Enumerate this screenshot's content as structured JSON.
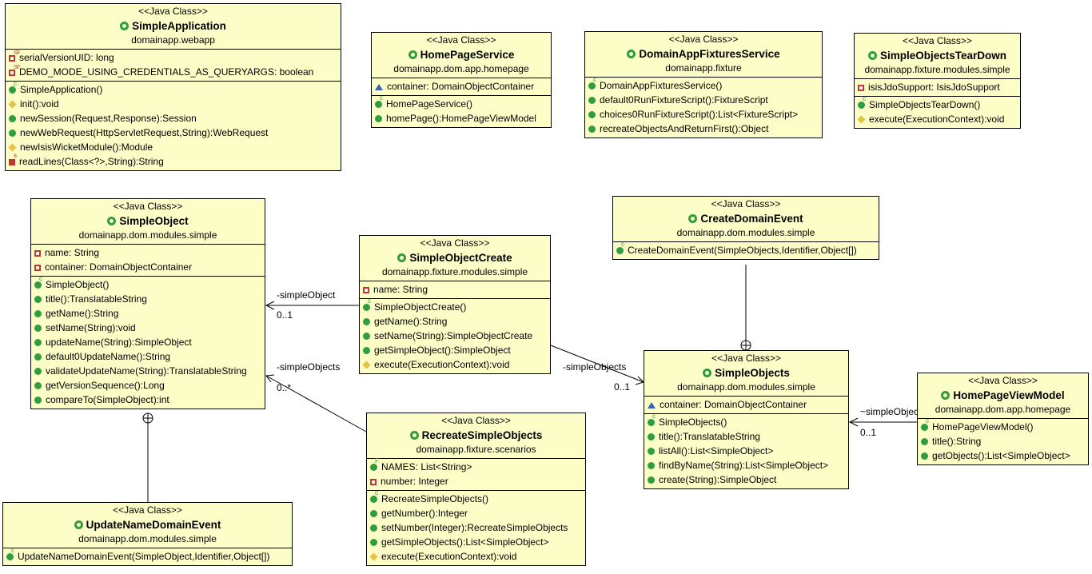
{
  "stereotype": "<<Java Class>>",
  "classes": {
    "simple_application": {
      "name": "SimpleApplication",
      "package": "domainapp.webapp",
      "fields": [
        {
          "vis": "finstat",
          "text": "serialVersionUID: long"
        },
        {
          "vis": "finstat",
          "text": "DEMO_MODE_USING_CREDENTIALS_AS_QUERYARGS: boolean"
        }
      ],
      "methods": [
        {
          "vis": "ctor",
          "text": "SimpleApplication()"
        },
        {
          "vis": "prot",
          "text": "init():void"
        },
        {
          "vis": "pub",
          "text": "newSession(Request,Response):Session"
        },
        {
          "vis": "pub",
          "text": "newWebRequest(HttpServletRequest,String):WebRequest"
        },
        {
          "vis": "prot",
          "text": "newIsisWicketModule():Module"
        },
        {
          "vis": "privs",
          "text": "readLines(Class<?>,String):String"
        }
      ]
    },
    "home_page_service": {
      "name": "HomePageService",
      "package": "domainapp.dom.app.homepage",
      "fields": [
        {
          "vis": "pkgv",
          "text": "container: DomainObjectContainer"
        }
      ],
      "methods": [
        {
          "vis": "ctor",
          "text": "HomePageService()"
        },
        {
          "vis": "pub",
          "text": "homePage():HomePageViewModel"
        }
      ]
    },
    "domain_app_fixtures_service": {
      "name": "DomainAppFixturesService",
      "package": "domainapp.fixture",
      "fields": [],
      "methods": [
        {
          "vis": "ctor",
          "text": "DomainAppFixturesService()"
        },
        {
          "vis": "pub",
          "text": "default0RunFixtureScript():FixtureScript"
        },
        {
          "vis": "pub",
          "text": "choices0RunFixtureScript():List<FixtureScript>"
        },
        {
          "vis": "pub",
          "text": "recreateObjectsAndReturnFirst():Object"
        }
      ]
    },
    "simple_objects_tear_down": {
      "name": "SimpleObjectsTearDown",
      "package": "domainapp.fixture.modules.simple",
      "fields": [
        {
          "vis": "priv",
          "text": "isisJdoSupport: IsisJdoSupport"
        }
      ],
      "methods": [
        {
          "vis": "ctor",
          "text": "SimpleObjectsTearDown()"
        },
        {
          "vis": "prot",
          "text": "execute(ExecutionContext):void"
        }
      ]
    },
    "simple_object": {
      "name": "SimpleObject",
      "package": "domainapp.dom.modules.simple",
      "fields": [
        {
          "vis": "priv",
          "text": "name: String"
        },
        {
          "vis": "priv",
          "text": "container: DomainObjectContainer"
        }
      ],
      "methods": [
        {
          "vis": "ctor",
          "text": "SimpleObject()"
        },
        {
          "vis": "pub",
          "text": "title():TranslatableString"
        },
        {
          "vis": "pub",
          "text": "getName():String"
        },
        {
          "vis": "pub",
          "text": "setName(String):void"
        },
        {
          "vis": "pub",
          "text": "updateName(String):SimpleObject"
        },
        {
          "vis": "pub",
          "text": "default0UpdateName():String"
        },
        {
          "vis": "pub",
          "text": "validateUpdateName(String):TranslatableString"
        },
        {
          "vis": "pub",
          "text": "getVersionSequence():Long"
        },
        {
          "vis": "pub",
          "text": "compareTo(SimpleObject):int"
        }
      ]
    },
    "simple_object_create": {
      "name": "SimpleObjectCreate",
      "package": "domainapp.fixture.modules.simple",
      "fields": [
        {
          "vis": "priv",
          "text": "name: String"
        }
      ],
      "methods": [
        {
          "vis": "ctor",
          "text": "SimpleObjectCreate()"
        },
        {
          "vis": "pub",
          "text": "getName():String"
        },
        {
          "vis": "pub",
          "text": "setName(String):SimpleObjectCreate"
        },
        {
          "vis": "pub",
          "text": "getSimpleObject():SimpleObject"
        },
        {
          "vis": "prot",
          "text": "execute(ExecutionContext):void"
        }
      ]
    },
    "create_domain_event": {
      "name": "CreateDomainEvent",
      "package": "domainapp.dom.modules.simple",
      "fields": [],
      "methods": [
        {
          "vis": "ctor",
          "text": "CreateDomainEvent(SimpleObjects,Identifier,Object[])"
        }
      ]
    },
    "simple_objects": {
      "name": "SimpleObjects",
      "package": "domainapp.dom.modules.simple",
      "fields": [
        {
          "vis": "pkgv",
          "text": "container: DomainObjectContainer"
        }
      ],
      "methods": [
        {
          "vis": "ctor",
          "text": "SimpleObjects()"
        },
        {
          "vis": "pub",
          "text": "title():TranslatableString"
        },
        {
          "vis": "pub",
          "text": "listAll():List<SimpleObject>"
        },
        {
          "vis": "pub",
          "text": "findByName(String):List<SimpleObject>"
        },
        {
          "vis": "pub",
          "text": "create(String):SimpleObject"
        }
      ]
    },
    "home_page_view_model": {
      "name": "HomePageViewModel",
      "package": "domainapp.dom.app.homepage",
      "fields": [],
      "methods": [
        {
          "vis": "ctor",
          "text": "HomePageViewModel()"
        },
        {
          "vis": "pub",
          "text": "title():String"
        },
        {
          "vis": "pub",
          "text": "getObjects():List<SimpleObject>"
        }
      ]
    },
    "recreate_simple_objects": {
      "name": "RecreateSimpleObjects",
      "package": "domainapp.fixture.scenarios",
      "fields": [
        {
          "vis": "pubf",
          "text": "NAMES: List<String>"
        },
        {
          "vis": "priv",
          "text": "number: Integer"
        }
      ],
      "methods": [
        {
          "vis": "ctor",
          "text": "RecreateSimpleObjects()"
        },
        {
          "vis": "pub",
          "text": "getNumber():Integer"
        },
        {
          "vis": "pub",
          "text": "setNumber(Integer):RecreateSimpleObjects"
        },
        {
          "vis": "pub",
          "text": "getSimpleObjects():List<SimpleObject>"
        },
        {
          "vis": "prot",
          "text": "execute(ExecutionContext):void"
        }
      ]
    },
    "update_name_domain_event": {
      "name": "UpdateNameDomainEvent",
      "package": "domainapp.dom.modules.simple",
      "fields": [],
      "methods": [
        {
          "vis": "ctor",
          "text": "UpdateNameDomainEvent(SimpleObject,Identifier,Object[])"
        }
      ]
    }
  },
  "associations": {
    "create_to_object": {
      "role": "-simpleObject",
      "mult": "0..1"
    },
    "recreate_to_objects": {
      "role": "-simpleObjects",
      "mult": "0..*"
    },
    "create_to_objects": {
      "role": "-simpleObjects",
      "mult": "0..1"
    },
    "viewmodel_to_objects": {
      "role": "~simpleObjects",
      "mult": "0..1"
    }
  }
}
